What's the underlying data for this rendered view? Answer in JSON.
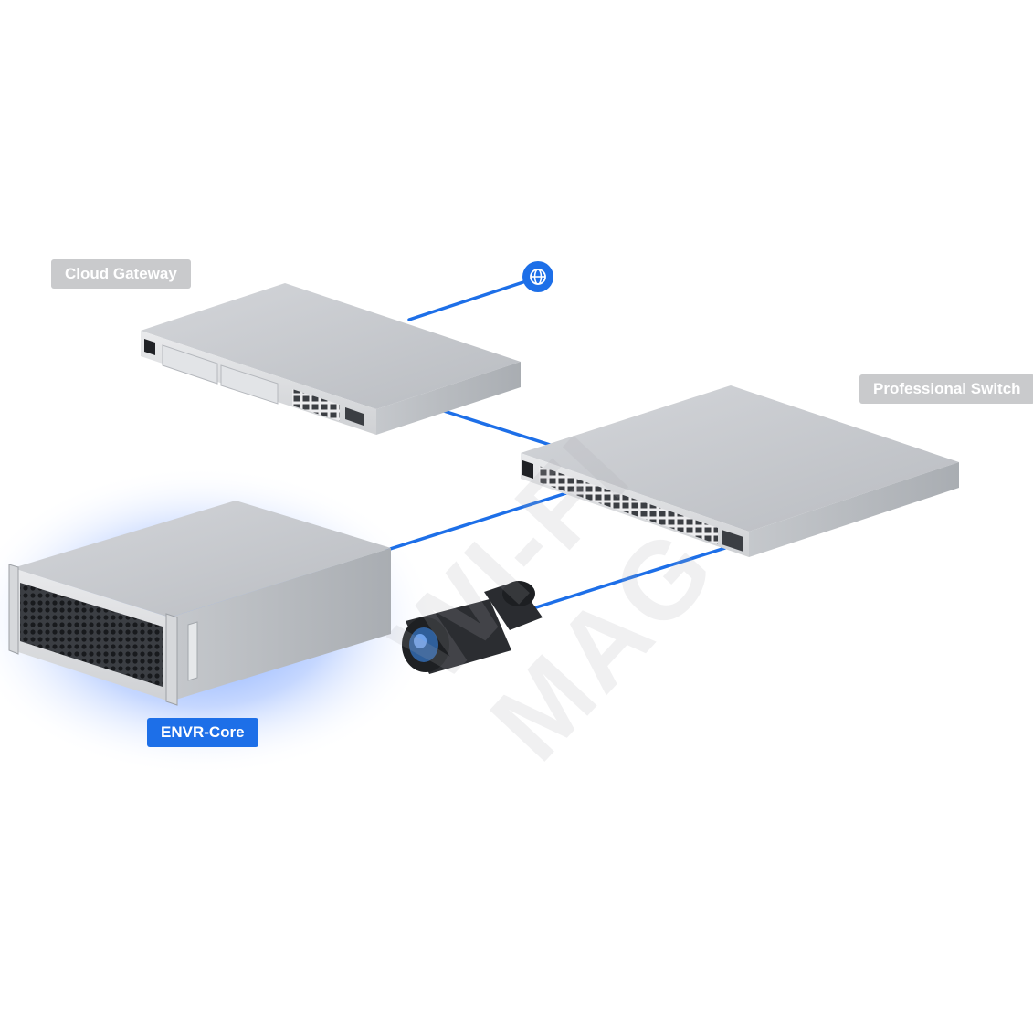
{
  "labels": {
    "cloud_gateway": "Cloud Gateway",
    "professional_switch": "Professional Switch",
    "envr_core": "ENVR-Core"
  },
  "watermark": "WI-FI MAG",
  "icons": {
    "internet": "globe-icon"
  },
  "colors": {
    "link": "#1d6fe8",
    "label_grey": "#c9cacc",
    "label_blue": "#1d6fe8",
    "glow": "#3d7bff"
  }
}
